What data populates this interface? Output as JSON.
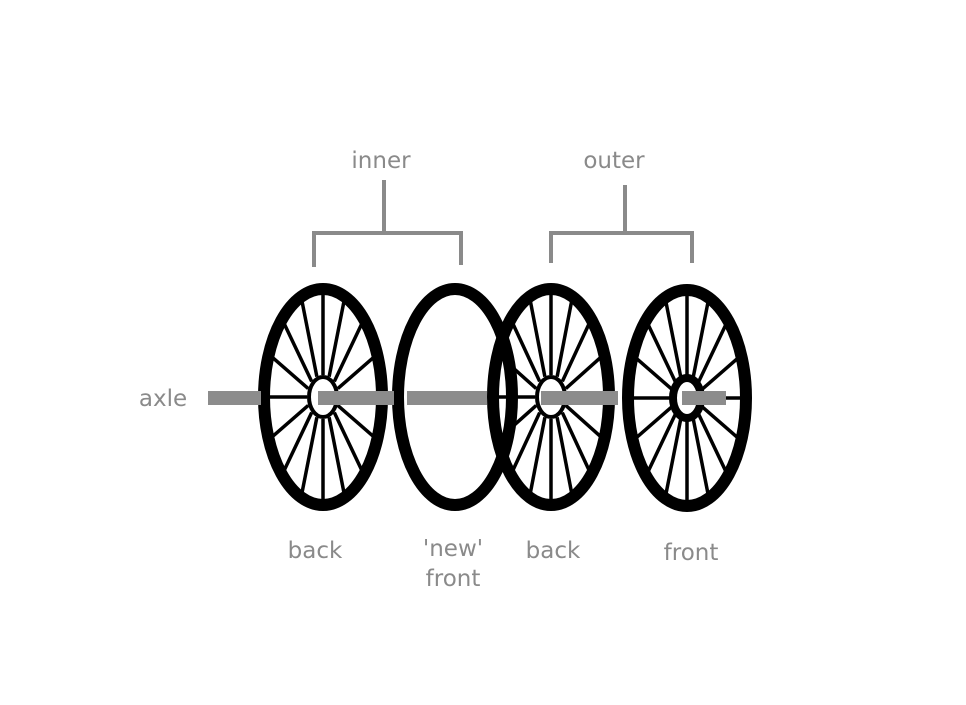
{
  "labels": {
    "inner": "inner",
    "outer": "outer",
    "axle": "axle",
    "wheel1": "back",
    "wheel2_line1": "'new'",
    "wheel2_line2": "front",
    "wheel3": "back",
    "wheel4": "front"
  },
  "colors": {
    "wheel": "#000000",
    "annotation": "#8a8a8a",
    "axle": "#8c8c8c"
  }
}
